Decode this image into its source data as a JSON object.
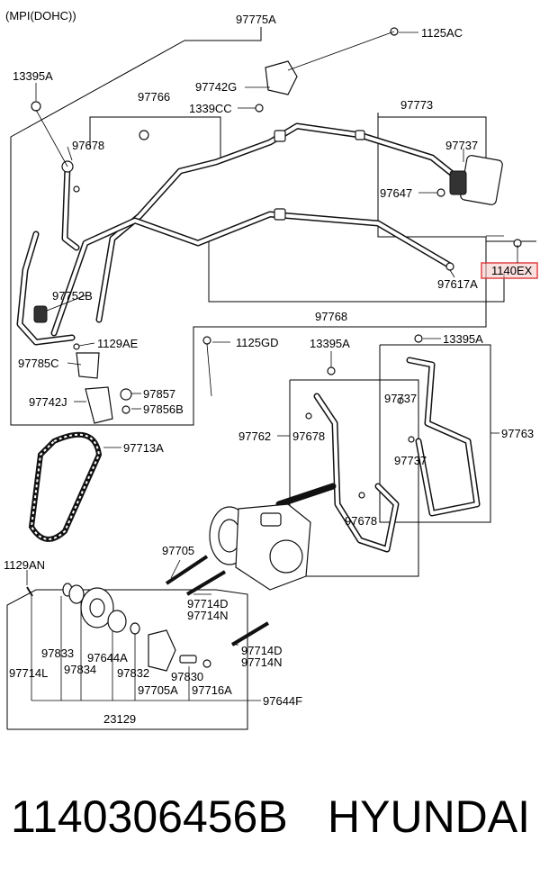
{
  "diagram": {
    "header": "(MPI(DOHC))",
    "labels": {
      "l97775A": "97775A",
      "l1125AC": "1125AC",
      "l13395A_top": "13395A",
      "l97742G": "97742G",
      "l97766": "97766",
      "l1339CC": "1339CC",
      "l97773": "97773",
      "l97678_left": "97678",
      "l97737_top": "97737",
      "l97647": "97647",
      "l1140EX": "1140EX",
      "l97752B": "97752B",
      "l97617A": "97617A",
      "l97768": "97768",
      "l1129AE": "1129AE",
      "l1125GD": "1125GD",
      "l13395A_mid": "13395A",
      "l13395A_right": "13395A",
      "l97785C": "97785C",
      "l97857": "97857",
      "l97737_mid": "97737",
      "l97742J": "97742J",
      "l97856B": "97856B",
      "l97762": "97762",
      "l97678_mid": "97678",
      "l97763": "97763",
      "l97713A": "97713A",
      "l97737_low": "97737",
      "l97678_low": "97678",
      "l97705": "97705",
      "l1129AN": "1129AN",
      "l97714D_a": "97714D",
      "l97714N_a": "97714N",
      "l97833": "97833",
      "l97644A": "97644A",
      "l97714D_b": "97714D",
      "l97714N_b": "97714N",
      "l97714L": "97714L",
      "l97834": "97834",
      "l97832": "97832",
      "l97830": "97830",
      "l97705A": "97705A",
      "l97716A": "97716A",
      "l97644F": "97644F",
      "l23129": "23129"
    },
    "highlight_color": "#e04040"
  },
  "footer": {
    "part_number": "1140306456B",
    "brand": "HYUNDAI"
  }
}
